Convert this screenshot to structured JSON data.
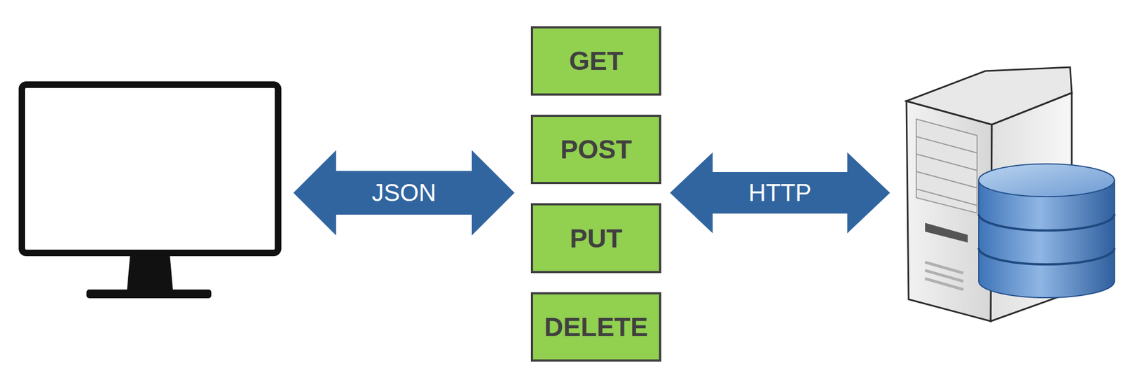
{
  "diagram": {
    "nodes": [
      {
        "text": [
          "GET"
        ]
      },
      {
        "text": [
          "POST"
        ]
      },
      {
        "text": [
          "PUT"
        ]
      },
      {
        "text": [
          "DELETE"
        ]
      }
    ],
    "labels": [
      "JSON",
      "HTTP"
    ]
  }
}
